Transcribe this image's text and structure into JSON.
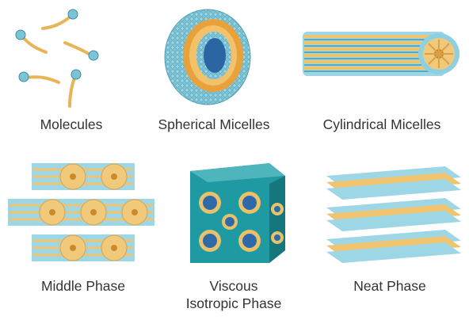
{
  "panels": [
    {
      "label": "Molecules"
    },
    {
      "label": "Spherical Micelles"
    },
    {
      "label": "Cylindrical Micelles"
    },
    {
      "label": "Middle Phase"
    },
    {
      "label": "Viscous\nIsotropic Phase"
    },
    {
      "label": "Neat Phase"
    }
  ],
  "colors": {
    "head": "#8fd0e0",
    "head_dark": "#3d8ea3",
    "tail": "#f1c97a",
    "tail_dark": "#c98a2a",
    "core_blue": "#2f6aa8",
    "teal": "#1f9aa3",
    "orange": "#e9821f"
  }
}
